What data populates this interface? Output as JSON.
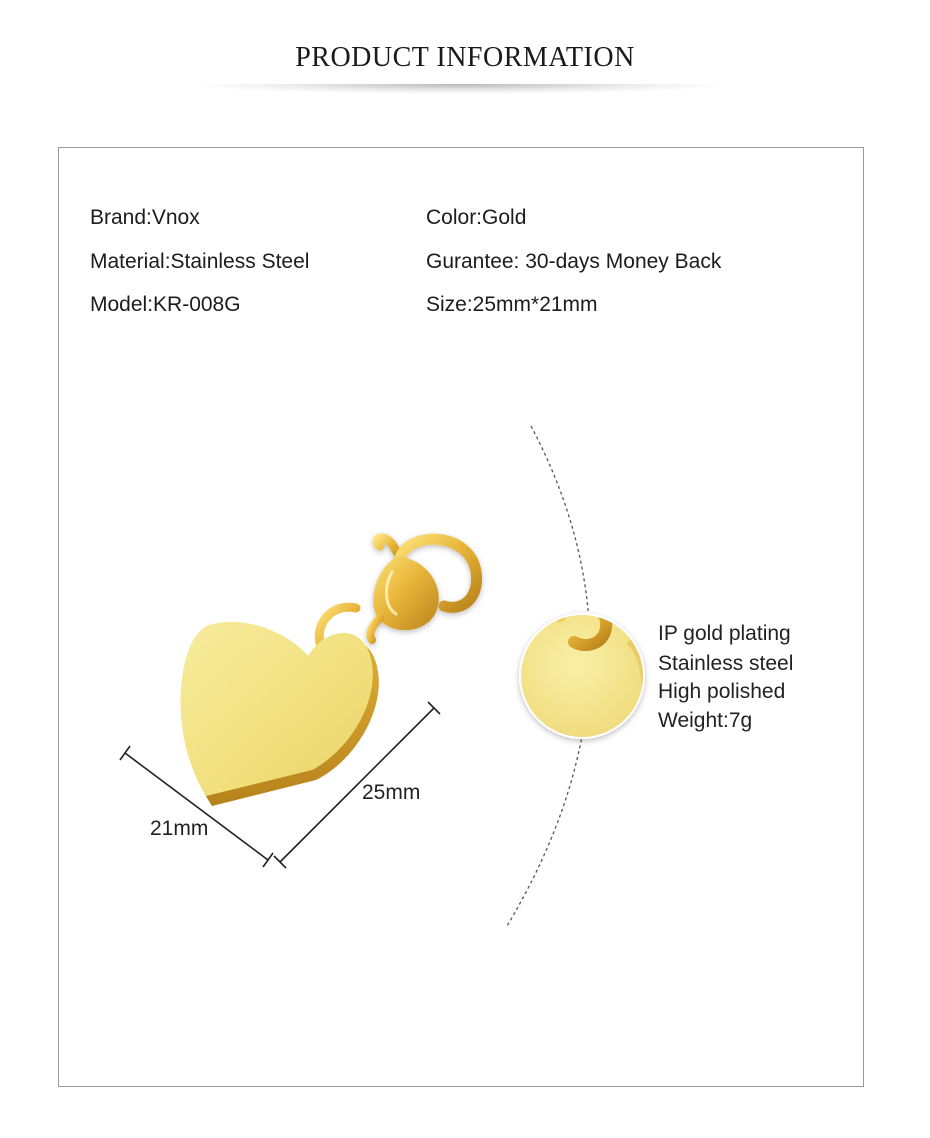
{
  "header": {
    "title": "PRODUCT INFORMATION"
  },
  "specs": {
    "brand": "Brand:Vnox",
    "color": "Color:Gold",
    "material": "Material:Stainless Steel",
    "guarantee": "Gurantee: 30-days Money Back",
    "model": "Model:KR-008G",
    "size": "Size:25mm*21mm"
  },
  "dimensions": {
    "width_label": "21mm",
    "height_label": "25mm"
  },
  "features": [
    "IP gold plating",
    "Stainless steel",
    "High polished",
    "Weight:7g"
  ],
  "colors": {
    "gold_light": "#f4e48a",
    "gold_mid": "#e8c64a",
    "gold_dark": "#c9951e",
    "border": "#9a9a9a"
  }
}
